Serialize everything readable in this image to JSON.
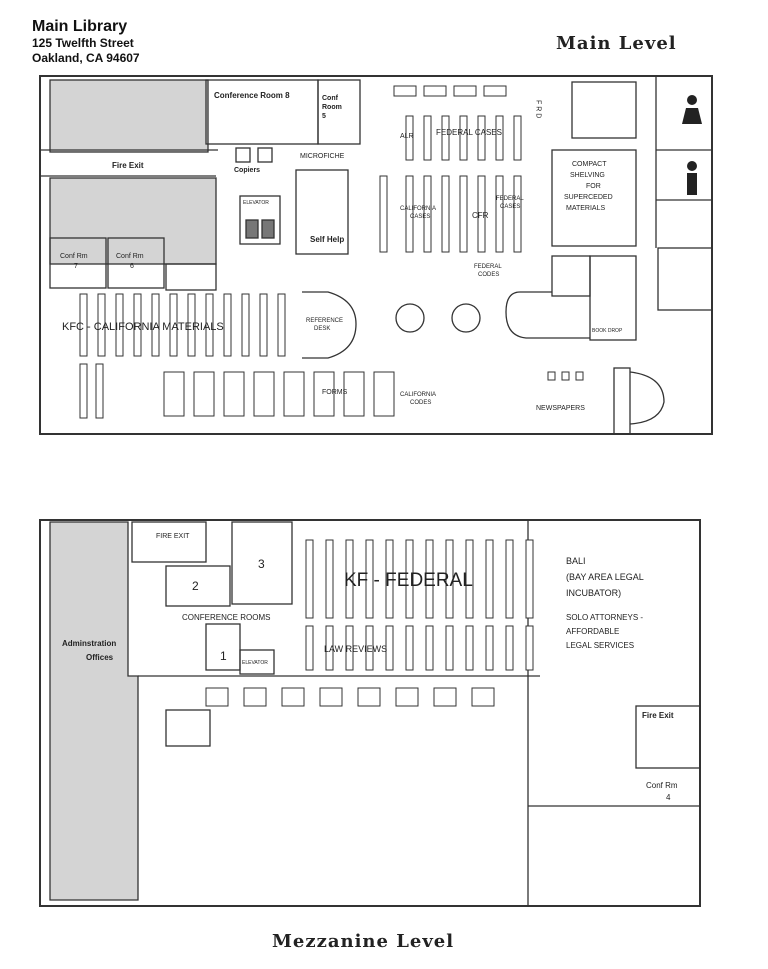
{
  "header": {
    "name": "Main Library",
    "street": "125 Twelfth Street",
    "city": "Oakland, CA 94607"
  },
  "main_level": {
    "title": "Main Level",
    "labels": {
      "conf_room_8": "Conference Room 8",
      "conf_room_5_line1": "Conf",
      "conf_room_5_line2": "Room",
      "conf_room_5_line3": "5",
      "fire_exit": "Fire Exit",
      "copiers": "Copiers",
      "microfiche": "MICROFICHE",
      "elevator": "ELEVATOR",
      "self_help": "Self Help",
      "conf_rm_7_line1": "Conf Rm",
      "conf_rm_7_line2": "7",
      "conf_rm_6_line1": "Conf Rm",
      "conf_rm_6_line2": "6",
      "alr": "ALR",
      "federal_cases": "FEDERAL CASES",
      "frd": "F R D",
      "california_cases_line1": "CALIFORNIA",
      "california_cases_line2": "CASES",
      "cfr": "CFR",
      "federal_cases_small_line1": "FEDERAL",
      "federal_cases_small_line2": "CASES",
      "federal_codes_line1": "FEDERAL",
      "federal_codes_line2": "CODES",
      "compact_line1": "COMPACT",
      "compact_line2": "SHELVING",
      "compact_line3": "FOR",
      "compact_line4": "SUPERCEDED",
      "compact_line5": "MATERIALS",
      "kfc": "KFC - CALIFORNIA MATERIALS",
      "reference_line1": "REFERENCE",
      "reference_line2": "DESK",
      "book_drop": "BOOK DROP",
      "forms": "FORMS",
      "california_codes_line1": "CALIFORNIA",
      "california_codes_line2": "CODES",
      "newspapers": "NEWSPAPERS"
    }
  },
  "mezzanine_level": {
    "title": "Mezzanine Level",
    "labels": {
      "fire_exit_top": "FIRE EXIT",
      "room_2": "2",
      "room_3": "3",
      "conference_rooms": "CONFERENCE ROOMS",
      "room_1": "1",
      "elevator": "ELEVATOR",
      "administration_line1": "Adminstration",
      "administration_line2": "Offices",
      "kf_federal": "KF - FEDERAL",
      "law_reviews": "LAW REVIEWS",
      "bali_line1": "BALI",
      "bali_line2": "(BAY AREA LEGAL",
      "bali_line3": "INCUBATOR)",
      "solo_line1": "SOLO ATTORNEYS -",
      "solo_line2": "AFFORDABLE",
      "solo_line3": "LEGAL SERVICES",
      "fire_exit_right": "Fire Exit",
      "conf_rm_4_line1": "Conf Rm",
      "conf_rm_4_line2": "4"
    }
  }
}
